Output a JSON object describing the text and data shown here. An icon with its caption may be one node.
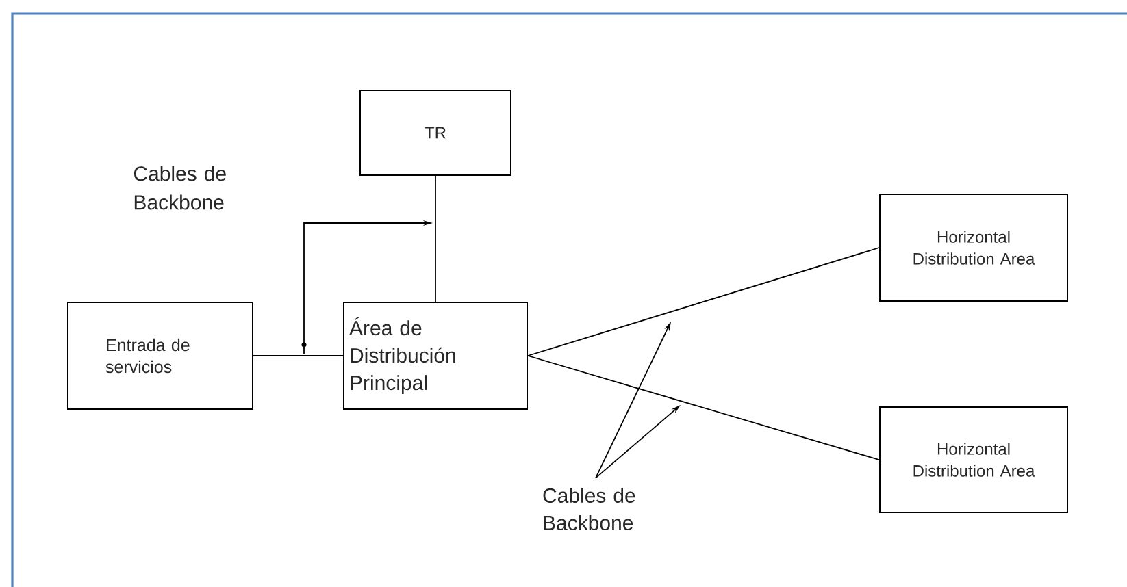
{
  "diagram": {
    "nodes": [
      {
        "text": [
          "TR"
        ]
      },
      {
        "text": [
          "Entrada de servicios"
        ]
      },
      {
        "text": [
          "Área de Distribución Principal"
        ]
      },
      {
        "text": [
          "Horizontal Distribution Area"
        ]
      },
      {
        "text": [
          "Horizontal Distribution Area"
        ]
      },
      {
        "text": [
          "Cables de Backbone"
        ]
      }
    ],
    "edges": [
      {
        "from": 0,
        "to": 2,
        "arrow": "none"
      },
      {
        "from": 1,
        "to": 2,
        "arrow": "none"
      },
      {
        "from": 2,
        "to": 3,
        "arrow": "none"
      },
      {
        "from": 2,
        "to": 4,
        "arrow": "none"
      },
      {
        "from": 5,
        "to": null,
        "arrow": "to"
      },
      {
        "from": 5,
        "to": null,
        "arrow": "to"
      }
    ],
    "labels": [
      "Cables de Backbone"
    ]
  }
}
